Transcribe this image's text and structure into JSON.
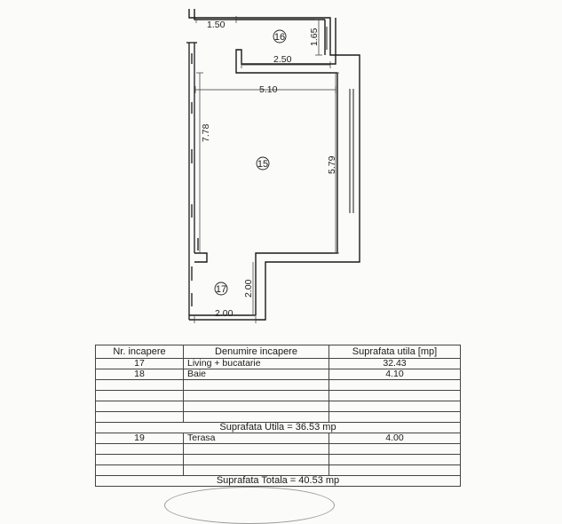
{
  "plan": {
    "dimensions": {
      "d_150": "1.50",
      "d_165": "1.65",
      "d_250": "2.50",
      "d_510": "5.10",
      "d_778": "7.78",
      "d_579": "5.79",
      "d_200_v": "2.00",
      "d_200_h": "2.00"
    },
    "rooms": {
      "r16": "16",
      "r15": "15",
      "r17": "17"
    }
  },
  "table": {
    "headers": {
      "nr": "Nr. incapere",
      "name": "Denumire incapere",
      "area": "Suprafata utila [mp]"
    },
    "rows": [
      {
        "nr": "17",
        "name": "Living + bucatarie",
        "area": "32.43"
      },
      {
        "nr": "18",
        "name": "Baie",
        "area": "4.10"
      }
    ],
    "utila_total": "Suprafata Utila = 36.53 mp",
    "terasa_row": {
      "nr": "19",
      "name": "Terasa",
      "area": "4.00"
    },
    "totala": "Suprafata Totala = 40.53 mp"
  }
}
